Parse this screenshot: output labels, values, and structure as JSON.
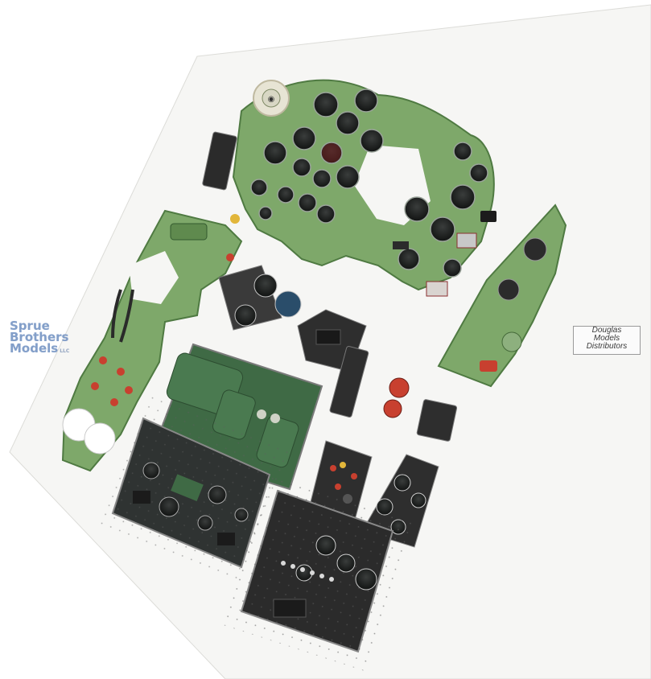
{
  "watermarks": {
    "left": {
      "line1": "Sprue",
      "line2": "Brothers",
      "line3": "Models",
      "suffix": "LLC"
    },
    "right": {
      "line1": "Douglas",
      "line2": "Models",
      "line3": "Distributors"
    }
  },
  "colors": {
    "backing_sheet": "#f4f4f2",
    "cockpit_green": "#7ea86a",
    "cockpit_green_dark": "#5f8a4e",
    "panel_dark_green": "#3f6a45",
    "panel_black": "#2e2e2e",
    "gauge_face": "#1d1f1f",
    "warning_red": "#c8402f",
    "knob_yellow": "#e2b63a"
  },
  "parts": [
    "main-instrument-panel",
    "upper-gauge-cluster",
    "left-side-console",
    "right-side-console",
    "dark-green-center-panel",
    "lower-left-switch-panel",
    "lower-center-black-panel",
    "small-switch-box",
    "dial-box",
    "compass-decal"
  ]
}
